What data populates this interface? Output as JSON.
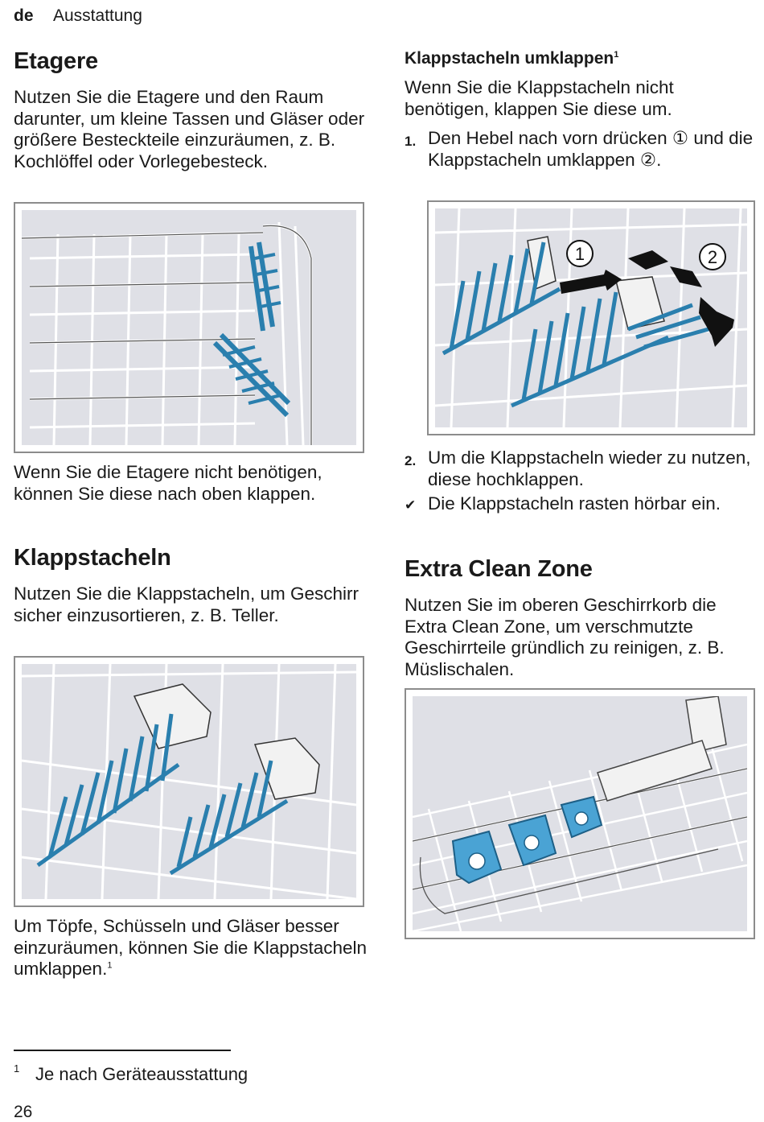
{
  "header": {
    "lang": "de",
    "section": "Ausstattung"
  },
  "left": {
    "etagere": {
      "title": "Etagere",
      "intro": "Nutzen Sie die Etagere und den Raum darunter, um kleine Tassen und Gläser oder größere Besteckteile einzuräumen, z. B. Kochlöffel oder Vorlegebesteck.",
      "after": "Wenn Sie die Etagere nicht benötigen, können Sie diese nach oben klappen."
    },
    "klappstacheln": {
      "title": "Klappstacheln",
      "intro": "Nutzen Sie die Klappstacheln, um Geschirr sicher einzusortieren, z. B. Teller.",
      "after": "Um Töpfe, Schüsseln und Gläser besser einzuräumen, können Sie die Klappstacheln umklappen.",
      "after_sup": "1"
    }
  },
  "right": {
    "umklappen": {
      "title": "Klappstacheln umklappen",
      "title_sup": "1",
      "intro": "Wenn Sie die Klappstacheln nicht benötigen, klappen Sie diese um.",
      "step1_num": "1.",
      "step1": "Den Hebel nach vorn drücken ① und die Klappstacheln umklappen ②.",
      "callout1": "1",
      "callout2": "2",
      "step2_num": "2.",
      "step2": "Um die Klappstacheln wieder zu nutzen, diese hochklappen.",
      "result_mark": "✔",
      "result": "Die Klappstacheln rasten hörbar ein."
    },
    "extra": {
      "title": "Extra Clean Zone",
      "intro": "Nutzen Sie im oberen Geschirrkorb die Extra Clean Zone, um verschmutzte Geschirrteile gründlich zu reinigen, z. B. Müslischalen."
    }
  },
  "footnote": {
    "mark": "1",
    "text": "Je nach Geräteausstattung"
  },
  "page_number": "26",
  "colors": {
    "accent_blue": "#2a7fae",
    "figure_bg": "#dfe0e6",
    "frame": "#8c8c8c"
  }
}
